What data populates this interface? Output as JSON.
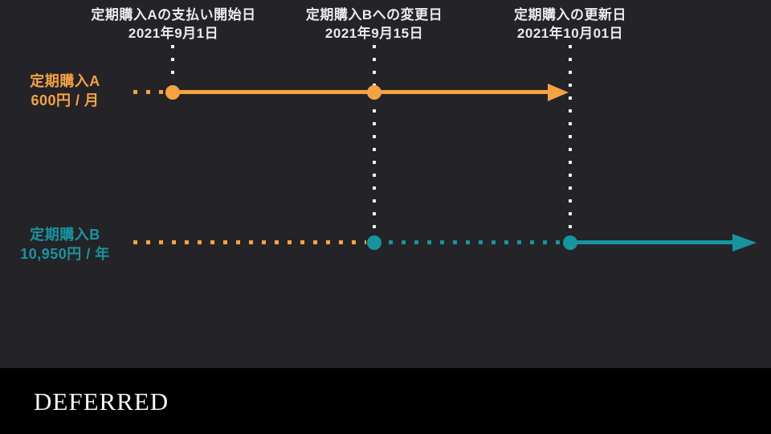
{
  "slide": {
    "annotations": [
      {
        "title": "定期購入Aの支払い開始日",
        "date": "2021年9月1日"
      },
      {
        "title": "定期購入Bへの変更日",
        "date": "2021年9月15日"
      },
      {
        "title": "定期購入の更新日",
        "date": "2021年10月01日"
      }
    ],
    "timelines": [
      {
        "name": "定期購入A",
        "price": "600円 / 月"
      },
      {
        "name": "定期購入B",
        "price": "10,950円 / 年"
      }
    ],
    "footer_brand": "DEFERRED"
  },
  "colors": {
    "background": "#232328",
    "orange": "#F5A340",
    "teal": "#1695A1",
    "label_text": "#EBEBED",
    "marker_dots": "#F0F0F0",
    "footer_bg": "#000000",
    "brand_text": "#F7F7F7"
  }
}
